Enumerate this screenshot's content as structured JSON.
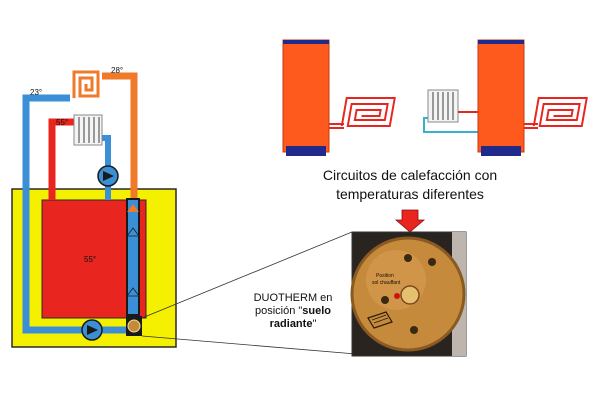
{
  "diagram": {
    "temps": {
      "top_right": "28°",
      "top_left": "23°",
      "radiator": "55°",
      "tank": "55°"
    },
    "caption": {
      "line1": "Circuitos de calefacción con",
      "line2": "temperaturas diferentes"
    },
    "duotherm": {
      "line1": "DUOTHERM en",
      "line2_prefix": "posición \"",
      "line2_bold": "suelo",
      "line3_bold": "radiante",
      "line3_suffix": "\""
    },
    "valve": {
      "label_line1": "Position",
      "label_line2": "sol chauffant"
    },
    "colors": {
      "hot": "#e8251e",
      "warm": "#f07a2a",
      "cold": "#3a8fd6",
      "tank_bg": "#f5f000",
      "boiler": "#ff5a1e",
      "boiler_base": "#1f2a8a",
      "brass": "#c58a3c"
    }
  }
}
